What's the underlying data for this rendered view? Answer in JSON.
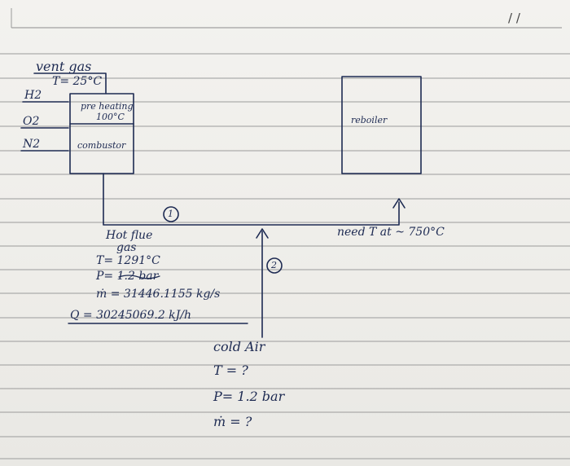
{
  "header": {
    "date_marks": "/   /"
  },
  "left_labels": {
    "vent_gas": "vent gas",
    "vent_temp": "T= 25°C",
    "h2": "H2",
    "o2": "O2",
    "n2": "N2"
  },
  "combustor_box": {
    "preheating": "pre heating",
    "preheat_temp": "100°C",
    "combustor": "combustor"
  },
  "reboiler_box": {
    "label": "reboiler"
  },
  "stream_1": {
    "number": "1",
    "title": "Hot flue",
    "title2": "gas",
    "temperature": "T= 1291°C",
    "pressure": "P= 1.2 bar",
    "mass_flow": "ṁ = 31446.1155 kg/s",
    "heat": "Q = 30245069.2 kJ/h"
  },
  "need_temp": "need T at ~ 750°C",
  "stream_2": {
    "number": "2",
    "title": "cold Air",
    "temperature": "T = ?",
    "pressure": "P= 1.2 bar",
    "mass_flow": "ṁ = ?"
  }
}
